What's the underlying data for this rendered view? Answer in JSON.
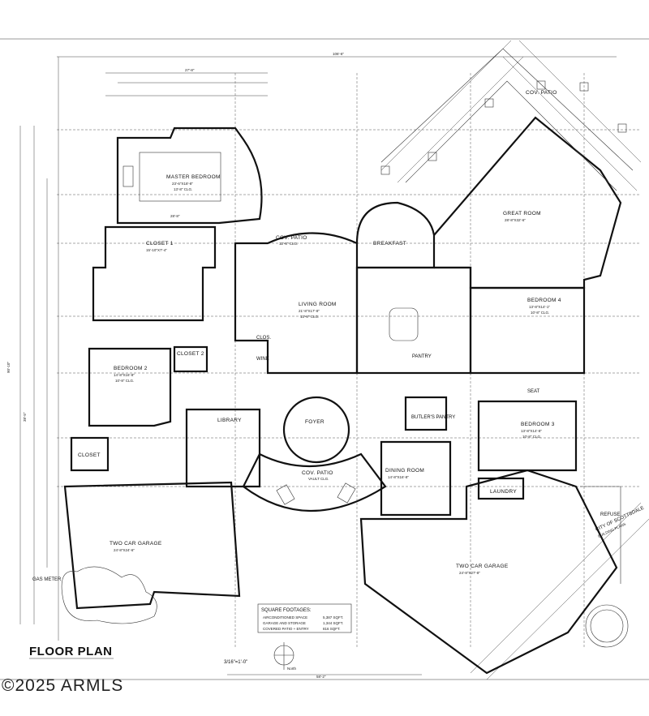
{
  "title": "FLOOR PLAN",
  "scale": "3/16\"=1'-0\"",
  "north": "North",
  "watermark": "©2025 ARMLS",
  "rooms": {
    "master_bedroom": {
      "name": "MASTER BEDROOM",
      "detail": "23'-6\"X18'-8\"",
      "ceiling": "13'-8\" CLG."
    },
    "closet1": {
      "name": "CLOSET 1",
      "detail": "15'-10\"X7'-4\""
    },
    "cov_patio_top": {
      "name": "COV. PATIO",
      "ceiling": "12'-8\" CLG."
    },
    "cov_patio_right": {
      "name": "COV. PATIO"
    },
    "breakfast": {
      "name": "BREAKFAST"
    },
    "great_room": {
      "name": "GREAT ROOM",
      "detail": "28'-8\"X32'-6\""
    },
    "living_room": {
      "name": "LIVING ROOM",
      "detail": "21'-8\"X17'-8\"",
      "ceiling": "13'-8\" CLG."
    },
    "bedroom4": {
      "name": "BEDROOM 4",
      "detail": "13'-8\"X14'-1\"",
      "ceiling": "10'-8\" CLG."
    },
    "bedroom2": {
      "name": "BEDROOM 2",
      "detail": "14'-8\"X16'-8\"",
      "ceiling": "10'-8\" CLG."
    },
    "closet2": {
      "name": "CLOSET 2"
    },
    "library": {
      "name": "LIBRARY"
    },
    "foyer": {
      "name": "FOYER"
    },
    "butlers_pantry": {
      "name": "BUTLER'S PANTRY"
    },
    "bedroom3": {
      "name": "BEDROOM 3",
      "detail": "13'-8\"X14'-8\"",
      "ceiling": "10'-8\" CLG."
    },
    "closet": {
      "name": "CLOSET"
    },
    "cov_patio_front": {
      "name": "COV. PATIO",
      "ceiling": "VAULT CLG."
    },
    "dining_room": {
      "name": "DINING ROOM",
      "detail": "14'-8\"X16'-8\""
    },
    "laundry": {
      "name": "LAUNDRY"
    },
    "garage_left": {
      "name": "TWO CAR GARAGE",
      "detail": "24'-8\"X24'-6\""
    },
    "garage_right": {
      "name": "TWO CAR GARAGE",
      "detail": "24'-8\"X27'-8\""
    },
    "pantry": {
      "name": "PANTRY"
    },
    "wine": {
      "name": "WINE"
    },
    "seat": {
      "name": "SEAT"
    },
    "gas_meter": {
      "name": "GAS METER"
    },
    "refuse": {
      "name": "REFUSE"
    }
  },
  "footages": {
    "heading": "SQUARE FOOTAGES:",
    "rows": [
      {
        "label": "AIRCONDITIONED SPACE",
        "value": "5,387 SQFT."
      },
      {
        "label": "GARAGE AND STORAGE",
        "value": "1,344 SQFT."
      },
      {
        "label": "COVERED PATIO + ENTRY",
        "value": "816 SQFT."
      }
    ]
  },
  "stamp": {
    "line1": "CITY OF SCOTTSDALE",
    "line2": "BUILDING PLANS"
  },
  "dimensions": {
    "overall_top": "106'-6\"",
    "top_left": "27'-8\"",
    "left": "90'-10\"",
    "bottom": "58'-2\"",
    "mid_left": "38'-5\"",
    "master_width": "28'-8\""
  }
}
